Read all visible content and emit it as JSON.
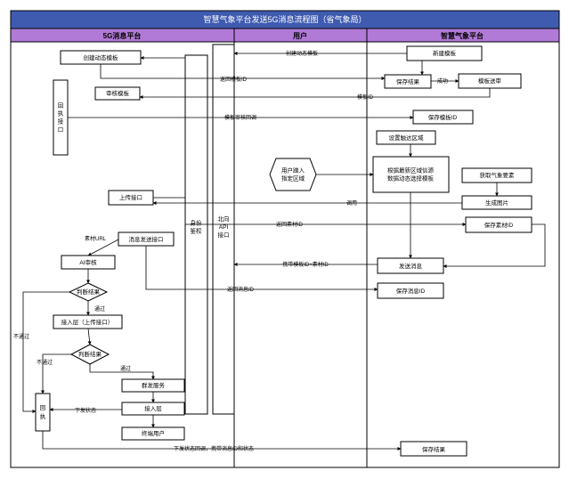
{
  "title": "智慧气象平台发送5G消息流程图（省气象局）",
  "colors": {
    "title_bg": "#3f5bb0",
    "lane_header_bg": "#b07ad6"
  },
  "lanes": {
    "left": "5G消息平台",
    "middle": "用户",
    "right": "智慧气象平台"
  },
  "nodes": {
    "create_template": "创建动态模板",
    "review_template": "审核模板",
    "callback_api_v": "回执接口",
    "upload_api": "上传接口",
    "send_msg_api": "消息发送接口",
    "ai_review": "AI审核",
    "decision1": "判断结果",
    "access_layer_upload": "接入层（上传接口）",
    "decision2": "判断结果",
    "group_service": "群发服务",
    "access_layer": "接入层",
    "terminal_user": "终端用户",
    "receipt_bottom": "回执",
    "auth": "身份鉴权",
    "northbound_api": "北向API接口",
    "new_template": "新建模板",
    "save_result_top": "保存结果",
    "template_submit": "模板送审",
    "save_template_id": "保存模板ID",
    "set_area": "设置触达区域",
    "select_template": "根据最新区域信源数据动态选择模板",
    "user_enter": "用户踏入指定区域",
    "get_weather": "获取气象要素",
    "gen_image": "生成图片",
    "save_material_id": "保存素材ID",
    "send_message": "发送消息",
    "save_message_id": "保存消息ID",
    "save_result_bottom": "保存结果"
  },
  "edges": {
    "create_dynamic_template": "创建动态模板",
    "return_template_id": "返回模板ID",
    "success": "成功",
    "template_id": "模板ID",
    "template_review_callback": "模板审核回调",
    "invoke": "调用",
    "return_material_id": "返回素材ID",
    "material_url": "素材URL",
    "carry_ids": "携带模板ID+素材ID",
    "return_message_id": "返回消息ID",
    "pass1": "通过",
    "fail1": "不通过",
    "pass2": "通过",
    "fail2": "不通过",
    "delivery_status": "下发状态",
    "delivery_callback": "下发状态回调，携带消息ID和状态"
  }
}
